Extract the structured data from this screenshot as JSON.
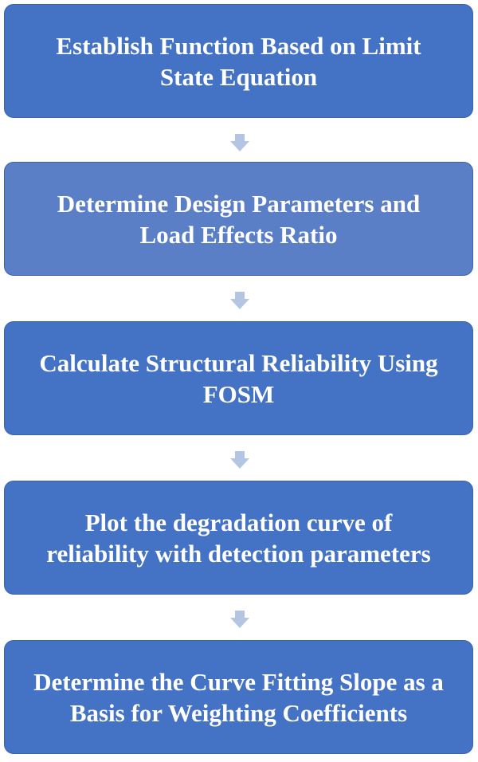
{
  "colors": {
    "box_fill": "#4472C4",
    "box_fill_alt": "#5B7FC6",
    "box_text": "#FFFFFF",
    "arrow": "#B4C5E4"
  },
  "steps": [
    {
      "label": "Establish Function Based on Limit\nState Equation"
    },
    {
      "label": "Determine Design Parameters and\nLoad Effects Ratio"
    },
    {
      "label": "Calculate Structural Reliability Using\nFOSM"
    },
    {
      "label": "Plot the degradation curve of\nreliability with detection parameters"
    },
    {
      "label": "Determine the Curve Fitting Slope as a\nBasis for Weighting Coefficients"
    }
  ],
  "connectors": [
    {
      "icon": "down-arrow-icon"
    },
    {
      "icon": "down-arrow-icon"
    },
    {
      "icon": "down-arrow-icon"
    },
    {
      "icon": "down-arrow-icon"
    }
  ]
}
